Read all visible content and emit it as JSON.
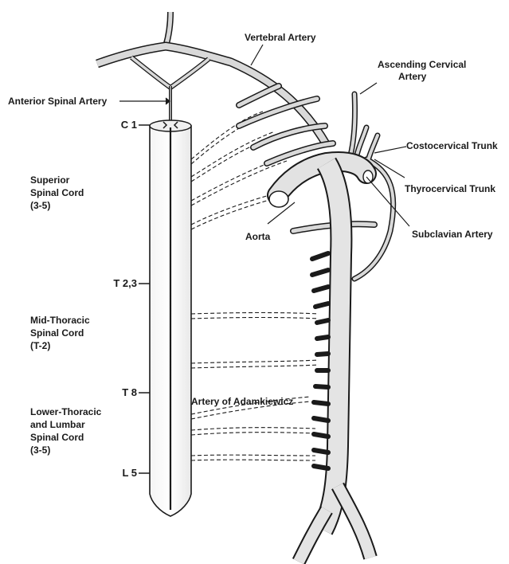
{
  "labels": {
    "vertebral_artery": "Vertebral Artery",
    "ascending_cervical_1": "Ascending Cervical",
    "ascending_cervical_2": "Artery",
    "anterior_spinal_artery": "Anterior Spinal Artery",
    "costocervical_trunk": "Costocervical Trunk",
    "thyrocervical_trunk": "Thyrocervical Trunk",
    "subclavian_artery": "Subclavian Artery",
    "aorta": "Aorta",
    "artery_of_adamkiewicz": "Artery of Adamkiewicz"
  },
  "segments": {
    "c1": "C 1",
    "t23": "T 2,3",
    "t8": "T 8",
    "l5": "L 5"
  },
  "regions": {
    "superior": [
      "Superior",
      "Spinal Cord",
      "(3-5)"
    ],
    "mid_thoracic": [
      "Mid-Thoracic",
      "Spinal Cord",
      "(T-2)"
    ],
    "lower": [
      "Lower-Thoracic",
      "and Lumbar",
      "Spinal Cord",
      "(3-5)"
    ]
  },
  "colors": {
    "ink": "#1a1a1a",
    "vessel_fill": "#d9d9d9",
    "background": "#ffffff"
  }
}
